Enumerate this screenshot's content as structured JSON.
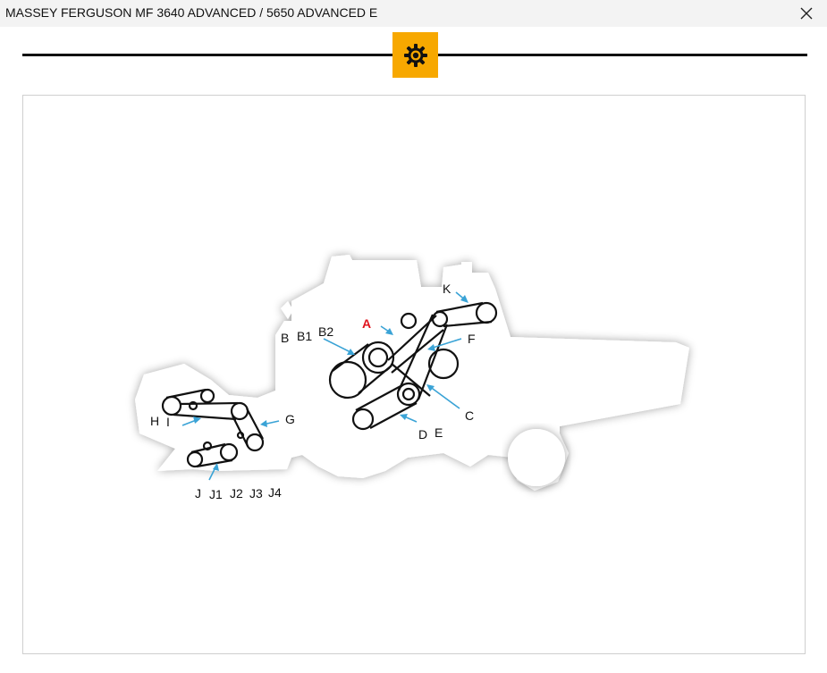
{
  "window": {
    "title": "MASSEY FERGUSON MF 3640 ADVANCED / 5650 ADVANCED E"
  },
  "toolbar": {
    "settings_icon": "gear-icon",
    "accent_color": "#f7a800"
  },
  "diagram": {
    "labels": {
      "a": "A",
      "b": "B",
      "b1": "B1",
      "b2": "B2",
      "c": "C",
      "d": "D",
      "e": "E",
      "f": "F",
      "g": "G",
      "h": "H",
      "i": "I",
      "j": "J",
      "j1": "J1",
      "j2": "J2",
      "j3": "J3",
      "j4": "J4",
      "k": "K"
    },
    "highlight_color": "#e0141e",
    "arrow_color": "#3aa3d6"
  }
}
